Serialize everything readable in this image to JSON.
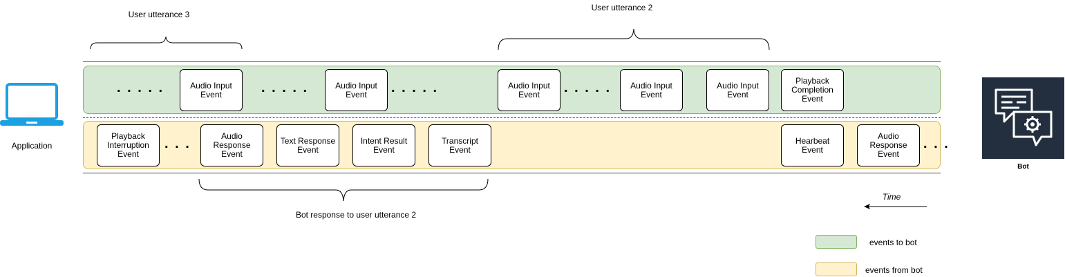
{
  "colors": {
    "green_fill": "#d5e8d4",
    "green_stroke": "#82b366",
    "yellow_fill": "#fff2cc",
    "yellow_stroke": "#d6b656",
    "laptop": "#1ba1e2",
    "bot_bg": "#232f3e"
  },
  "labels": {
    "application": "Application",
    "bot": "Bot",
    "user_utterance_3": "User utterance 3",
    "user_utterance_2": "User utterance 2",
    "bot_response": "Bot response to user utterance 2",
    "time": "Time",
    "dots": ". . . . .",
    "dots_short": ". . ."
  },
  "events_to_bot": [
    "Audio Input\nEvent",
    "Audio Input\nEvent",
    "Audio Input\nEvent",
    "Audio Input\nEvent",
    "Audio Input\nEvent",
    "Playback\nCompletion\nEvent"
  ],
  "events_from_bot": [
    "Playback\nInterruption\nEvent",
    "Audio\nResponse\nEvent",
    "Text Response\nEvent",
    "Intent Result\nEvent",
    "Transcript\nEvent",
    "Hearbeat\nEvent",
    "Audio\nResponse\nEvent"
  ],
  "legend": {
    "to_bot": "events to bot",
    "from_bot": "events from bot"
  },
  "icons": {
    "application": "laptop-icon",
    "bot": "bot-chat-gear-icon",
    "time": "arrow-left-icon"
  }
}
